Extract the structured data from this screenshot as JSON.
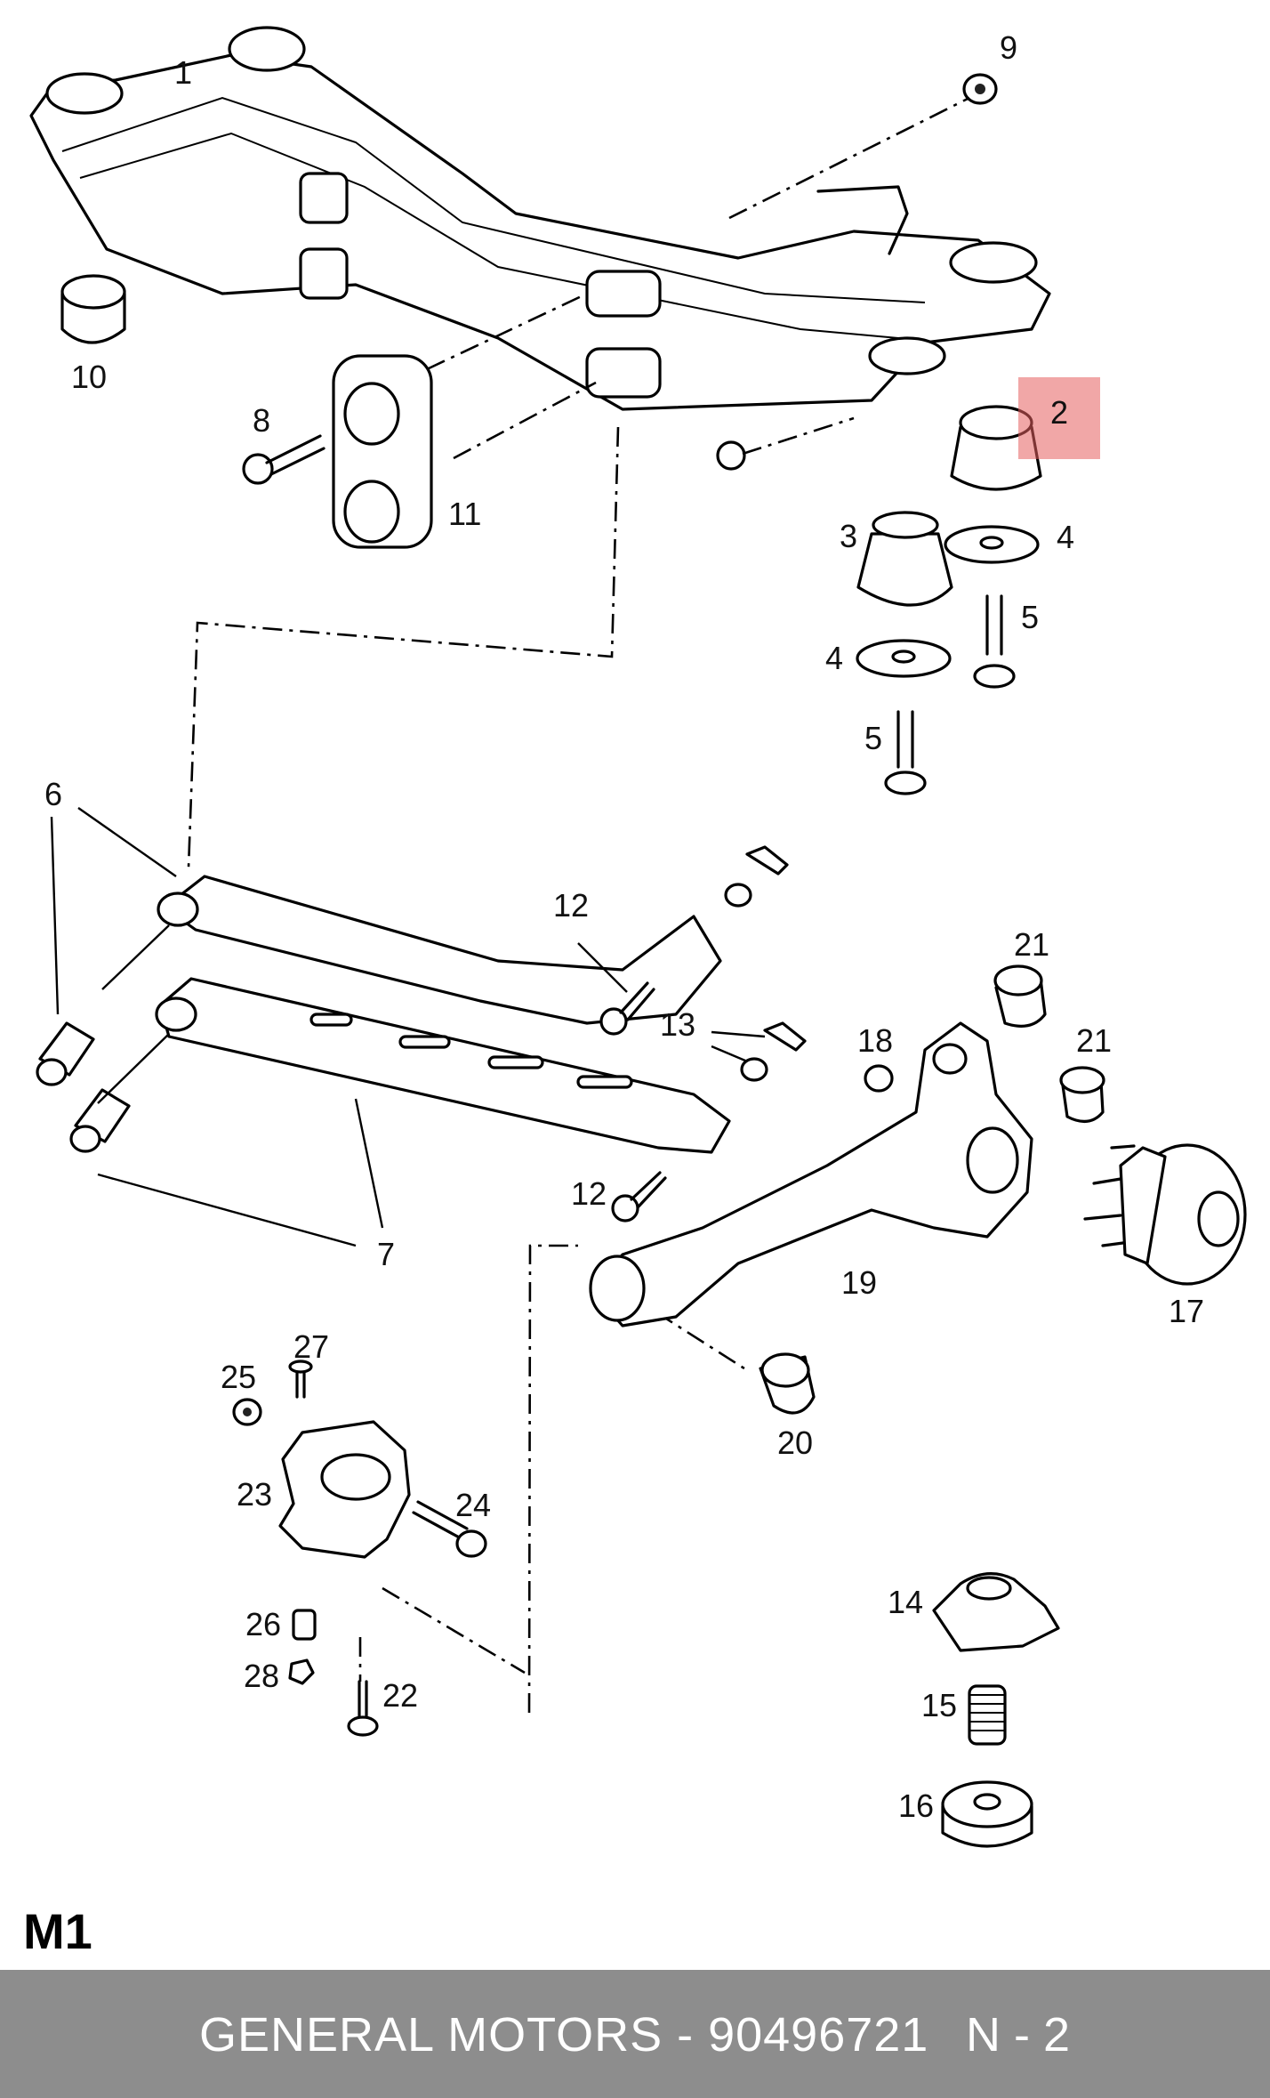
{
  "diagram": {
    "callouts": [
      {
        "id": "c1",
        "text": "1"
      },
      {
        "id": "c2",
        "text": "2"
      },
      {
        "id": "c3",
        "text": "3"
      },
      {
        "id": "c4a",
        "text": "4"
      },
      {
        "id": "c4b",
        "text": "4"
      },
      {
        "id": "c5a",
        "text": "5"
      },
      {
        "id": "c5b",
        "text": "5"
      },
      {
        "id": "c6",
        "text": "6"
      },
      {
        "id": "c7",
        "text": "7"
      },
      {
        "id": "c8",
        "text": "8"
      },
      {
        "id": "c9",
        "text": "9"
      },
      {
        "id": "c10",
        "text": "10"
      },
      {
        "id": "c11",
        "text": "11"
      },
      {
        "id": "c12a",
        "text": "12"
      },
      {
        "id": "c12b",
        "text": "12"
      },
      {
        "id": "c13",
        "text": "13"
      },
      {
        "id": "c14",
        "text": "14"
      },
      {
        "id": "c15",
        "text": "15"
      },
      {
        "id": "c16",
        "text": "16"
      },
      {
        "id": "c17",
        "text": "17"
      },
      {
        "id": "c18",
        "text": "18"
      },
      {
        "id": "c19",
        "text": "19"
      },
      {
        "id": "c20",
        "text": "20"
      },
      {
        "id": "c21a",
        "text": "21"
      },
      {
        "id": "c21b",
        "text": "21"
      },
      {
        "id": "c22",
        "text": "22"
      },
      {
        "id": "c23",
        "text": "23"
      },
      {
        "id": "c24",
        "text": "24"
      },
      {
        "id": "c25",
        "text": "25"
      },
      {
        "id": "c26",
        "text": "26"
      },
      {
        "id": "c27",
        "text": "27"
      },
      {
        "id": "c28",
        "text": "28"
      }
    ],
    "highlighted_callout": "2",
    "highlight_color": "#e65f5f",
    "section_code": "M1"
  },
  "footer": {
    "part_text": "GENERAL MOTORS - 90496721",
    "position_text": "N - 2",
    "background_color": "#8d8d8d"
  }
}
